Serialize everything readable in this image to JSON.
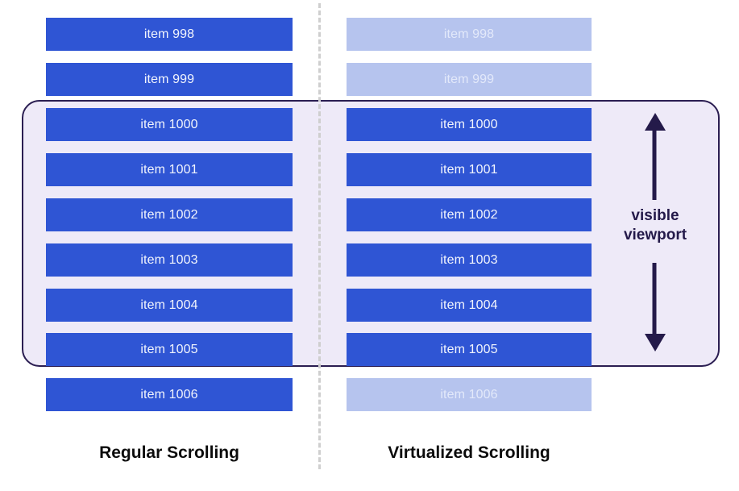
{
  "diagram": {
    "title_left": "Regular Scrolling",
    "title_right": "Virtualized Scrolling",
    "viewport_label": "visible\nviewport",
    "colors": {
      "rendered_item_bg": "#2f55d4",
      "rendered_item_text": "#f2f5fd",
      "unrendered_item_bg": "#b6c4ee",
      "unrendered_item_text": "#e3e9fa",
      "viewport_fill": "#eeeaf8",
      "viewport_border": "#2b1e52",
      "arrow": "#241a4a",
      "divider": "#cfcfcf",
      "caption_text": "#0b0b0b",
      "page_bg": "#ffffff"
    }
  },
  "left_column": {
    "items": [
      {
        "label": "item 998",
        "state": "rendered",
        "in_viewport": false
      },
      {
        "label": "item 999",
        "state": "rendered",
        "in_viewport": false
      },
      {
        "label": "item 1000",
        "state": "rendered",
        "in_viewport": true
      },
      {
        "label": "item 1001",
        "state": "rendered",
        "in_viewport": true
      },
      {
        "label": "item 1002",
        "state": "rendered",
        "in_viewport": true
      },
      {
        "label": "item 1003",
        "state": "rendered",
        "in_viewport": true
      },
      {
        "label": "item 1004",
        "state": "rendered",
        "in_viewport": true
      },
      {
        "label": "item 1005",
        "state": "rendered",
        "in_viewport": true
      },
      {
        "label": "item 1006",
        "state": "rendered",
        "in_viewport": false
      }
    ]
  },
  "right_column": {
    "items": [
      {
        "label": "item 998",
        "state": "not-rendered",
        "in_viewport": false
      },
      {
        "label": "item 999",
        "state": "not-rendered",
        "in_viewport": false
      },
      {
        "label": "item 1000",
        "state": "rendered",
        "in_viewport": true
      },
      {
        "label": "item 1001",
        "state": "rendered",
        "in_viewport": true
      },
      {
        "label": "item 1002",
        "state": "rendered",
        "in_viewport": true
      },
      {
        "label": "item 1003",
        "state": "rendered",
        "in_viewport": true
      },
      {
        "label": "item 1004",
        "state": "rendered",
        "in_viewport": true
      },
      {
        "label": "item 1005",
        "state": "rendered",
        "in_viewport": true
      },
      {
        "label": "item 1006",
        "state": "not-rendered",
        "in_viewport": false
      }
    ]
  },
  "layout": {
    "row_tops": [
      22,
      78,
      134,
      190,
      246,
      302,
      358,
      413,
      469
    ]
  }
}
